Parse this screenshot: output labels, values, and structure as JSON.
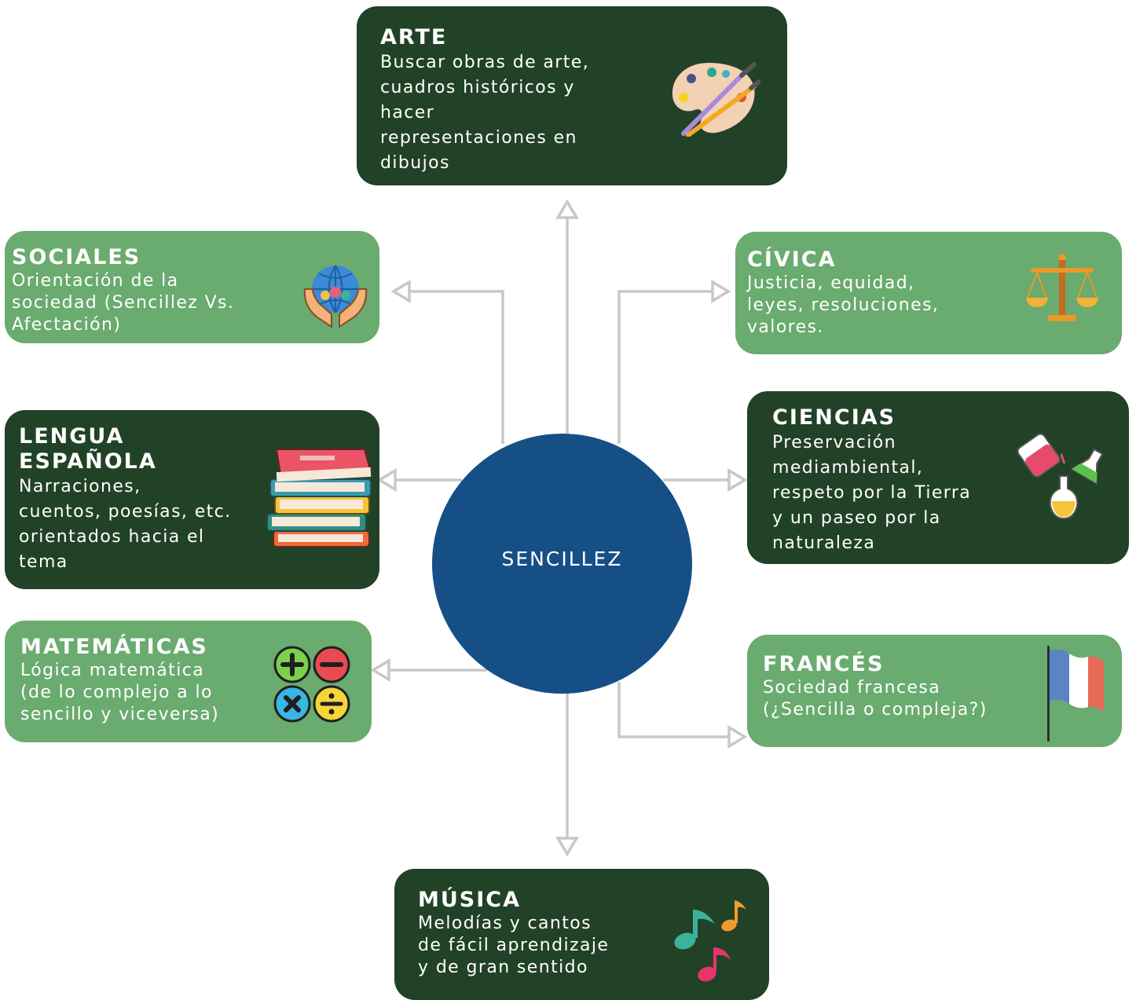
{
  "center": {
    "label": "SENCILLEZ"
  },
  "nodes": {
    "arte": {
      "title": "ARTE",
      "lines": [
        "Buscar obras de arte,",
        "cuadros históricos y",
        "hacer",
        "representaciones en",
        "dibujos"
      ],
      "icon": "paint-palette-icon"
    },
    "sociales": {
      "title": "SOCIALES",
      "lines": [
        "Orientación de la",
        "sociedad (Sencillez Vs.",
        "Afectación)"
      ],
      "icon": "globe-community-hands-icon"
    },
    "civica": {
      "title": "CÍVICA",
      "lines": [
        "Justicia, equidad,",
        "leyes, resoluciones,",
        "valores."
      ],
      "icon": "scales-of-justice-icon"
    },
    "lengua": {
      "title_lines": [
        "LENGUA",
        "ESPAÑOLA"
      ],
      "lines": [
        "Narraciones,",
        "cuentos, poesías, etc.",
        "orientados hacia el",
        "tema"
      ],
      "icon": "book-stack-icon"
    },
    "ciencias": {
      "title": "CIENCIAS",
      "lines": [
        "Preservación",
        "mediambiental,",
        "respeto por la Tierra",
        "y un paseo por la",
        "naturaleza"
      ],
      "icon": "chemistry-flasks-icon"
    },
    "matematicas": {
      "title": "MATEMÁTICAS",
      "lines": [
        "Lógica matemática",
        "(de lo complejo a lo",
        "sencillo y viceversa)"
      ],
      "icon": "math-operators-icon"
    },
    "frances": {
      "title": "FRANCÉS",
      "lines": [
        "Sociedad francesa",
        "(¿Sencilla o compleja?)"
      ],
      "icon": "french-flag-icon"
    },
    "musica": {
      "title": "MÚSICA",
      "lines": [
        "Melodías y cantos",
        "de fácil aprendizaje",
        "y de gran sentido"
      ],
      "icon": "music-notes-icon"
    }
  },
  "colors": {
    "dark_card": "#214227",
    "light_card": "#6aab6f",
    "center_circle": "#164f86",
    "connector": "#c8c8c8"
  }
}
